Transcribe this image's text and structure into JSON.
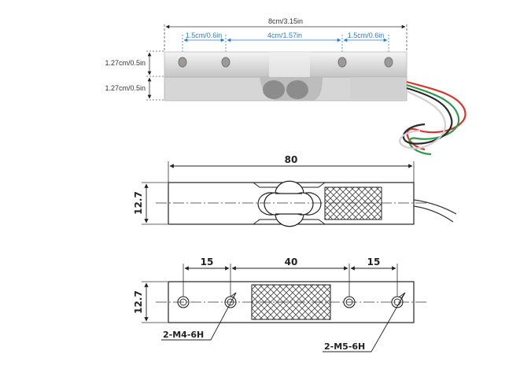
{
  "photo": {
    "overall_length": "8cm/3.15in",
    "hole_spacing_left": "1.5cm/0.6in",
    "hole_spacing_center": "4cm/1.57in",
    "hole_spacing_right": "1.5cm/0.6in",
    "height_top": "1.27cm/0.5in",
    "height_bottom": "1.27cm/0.5in",
    "wire_colors": [
      "#d8352a",
      "#2f9a4e",
      "#2a2a2a",
      "#e8e8e8"
    ]
  },
  "side_view": {
    "length": "80",
    "height": "12.7"
  },
  "top_view": {
    "spacing_left": "15",
    "spacing_center": "40",
    "spacing_right": "15",
    "height": "12.7",
    "callout_left": "2-M4-6H",
    "callout_right": "2-M5-6H"
  }
}
